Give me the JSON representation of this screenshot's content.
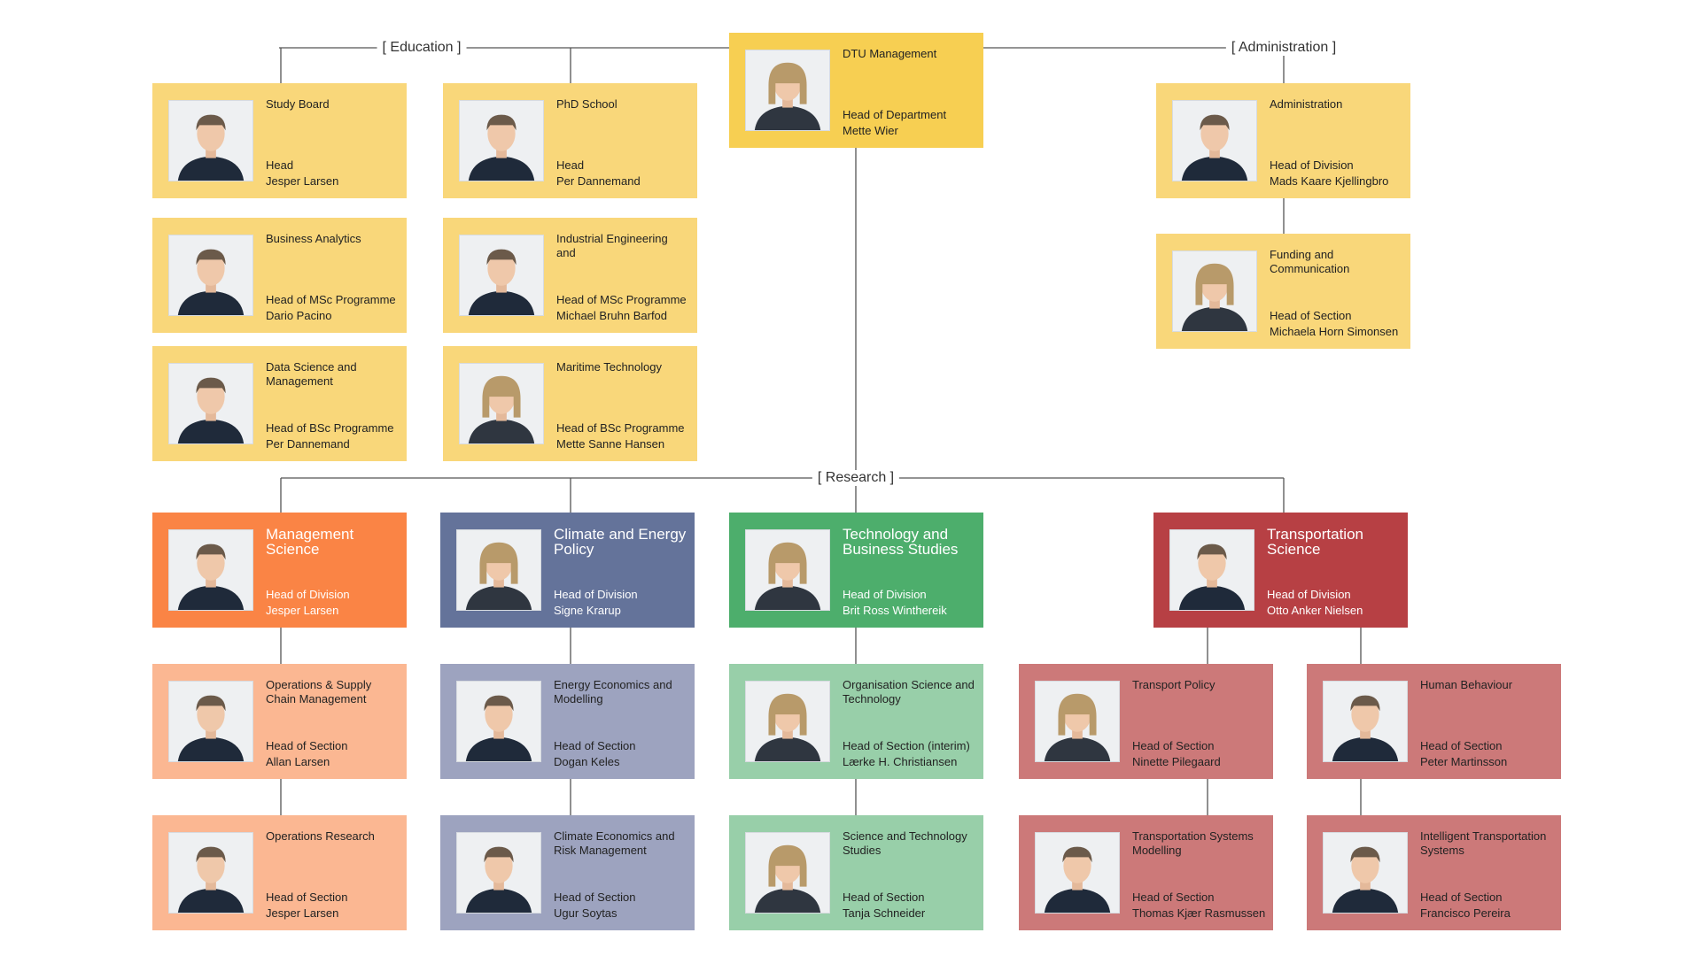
{
  "chart_title": "",
  "colors": {
    "education_box": "#F9D77A",
    "management_box": "#F7CF52",
    "management_science": "#FA8445",
    "management_science_light": "#FBB792",
    "climate_energy": "#64739A",
    "climate_energy_light": "#9DA3BF",
    "technology_business": "#4DAE6C",
    "technology_business_light": "#98CFA9",
    "transportation": "#B74044",
    "transportation_light": "#CC7979",
    "connector": "#555555"
  },
  "group_labels": {
    "education": "[ Education ]",
    "administration": "[ Administration ]",
    "research": "[ Research ]"
  },
  "management": {
    "unit": "DTU Management",
    "role": "Head of Department",
    "person": "Mette Wier"
  },
  "education": [
    {
      "unit": "Study Board",
      "role": "Head",
      "person": "Jesper Larsen"
    },
    {
      "unit": "PhD School",
      "role": "Head",
      "person": "Per Dannemand"
    },
    {
      "unit": "Business Analytics",
      "role": "Head of MSc Programme",
      "person": "Dario Pacino"
    },
    {
      "unit": "Industrial Engineering and",
      "role": "Head of MSc Programme",
      "person": "Michael Bruhn Barfod"
    },
    {
      "unit": "Data Science and Management",
      "role": "Head of BSc Programme",
      "person": "Per Dannemand"
    },
    {
      "unit": "Maritime Technology",
      "role": "Head of BSc Programme",
      "person": "Mette Sanne Hansen"
    }
  ],
  "administration": [
    {
      "unit": "Administration",
      "role": "Head of Division",
      "person": "Mads Kaare Kjellingbro"
    },
    {
      "unit": "Funding and Communication",
      "role": "Head of Section",
      "person": "Michaela Horn Simonsen"
    }
  ],
  "research_divisions": [
    {
      "unit": "Management Science",
      "role": "Head of Division",
      "person": "Jesper Larsen"
    },
    {
      "unit": "Climate and Energy Policy",
      "role": "Head of Division",
      "person": "Signe Krarup"
    },
    {
      "unit": "Technology and Business Studies",
      "role": "Head of Division",
      "person": "Brit Ross Winthereik"
    },
    {
      "unit": "Transportation Science",
      "role": "Head of Division",
      "person": "Otto Anker Nielsen"
    }
  ],
  "research_sections": [
    {
      "unit": "Operations & Supply Chain Management",
      "role": "Head of Section",
      "person": "Allan Larsen"
    },
    {
      "unit": "Operations Research",
      "role": "Head of Section",
      "person": "Jesper Larsen"
    },
    {
      "unit": "Energy Economics and Modelling",
      "role": "Head of Section",
      "person": "Dogan Keles"
    },
    {
      "unit": "Climate Economics and Risk Management",
      "role": "Head of Section",
      "person": "Ugur Soytas"
    },
    {
      "unit": "Organisation Science and Technology",
      "role": "Head of Section (interim)",
      "person": "Lærke H. Christiansen"
    },
    {
      "unit": "Science and Technology Studies",
      "role": "Head of Section",
      "person": "Tanja Schneider"
    },
    {
      "unit": "Transport Policy",
      "role": "Head of Section",
      "person": "Ninette Pilegaard"
    },
    {
      "unit": "Transportation Systems Modelling",
      "role": "Head of Section",
      "person": "Thomas Kjær Rasmussen"
    },
    {
      "unit": "Human Behaviour",
      "role": "Head of Section",
      "person": "Peter Martinsson"
    },
    {
      "unit": "Intelligent Transportation Systems",
      "role": "Head of Section",
      "person": "Francisco Pereira"
    }
  ]
}
